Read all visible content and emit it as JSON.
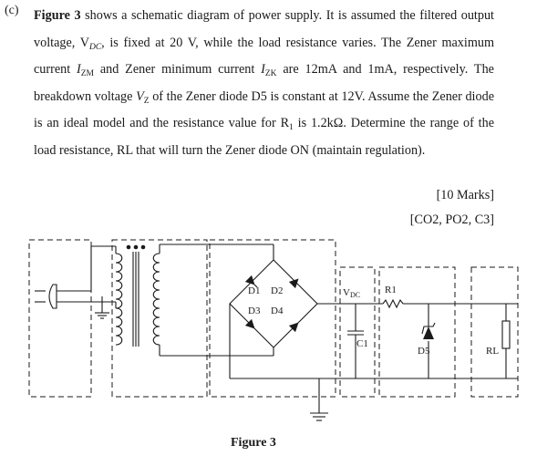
{
  "question": {
    "label": "(c)",
    "figure_ref": "Figure 3",
    "t1": " shows a schematic diagram of power supply. It is assumed the filtered output voltage, V",
    "vdc_sub": "DC",
    "t2": ", is fixed at 20 V, while the load resistance varies. The Zener maximum current ",
    "izm_main": "I",
    "izm_sub": "ZM",
    "t3": " and Zener minimum current ",
    "izk_main": "I",
    "izk_sub": "ZK",
    "t4": " are 12mA and 1mA, respectively. The breakdown voltage ",
    "vz_main": "V",
    "vz_sub": "Z",
    "t5": " of the Zener diode D5 is constant at 12V. Assume the Zener diode is an ideal model and the resistance value for R",
    "r1_sub": "1",
    "t6": " is 1.2kΩ. Determine the range of the load resistance, RL that will turn the Zener diode ON (maintain regulation)."
  },
  "marks": {
    "marks_text": "[10 Marks]",
    "outcomes_text": "[CO2, PO2, C3]"
  },
  "figure": {
    "caption": "Figure 3",
    "labels": {
      "d1": "D1",
      "d2": "D2",
      "d3": "D3",
      "d4": "D4",
      "vdc_main": "V",
      "vdc_sub": "DC",
      "r1": "R1",
      "c1": "C1",
      "d5": "D5",
      "rl": "RL"
    }
  }
}
